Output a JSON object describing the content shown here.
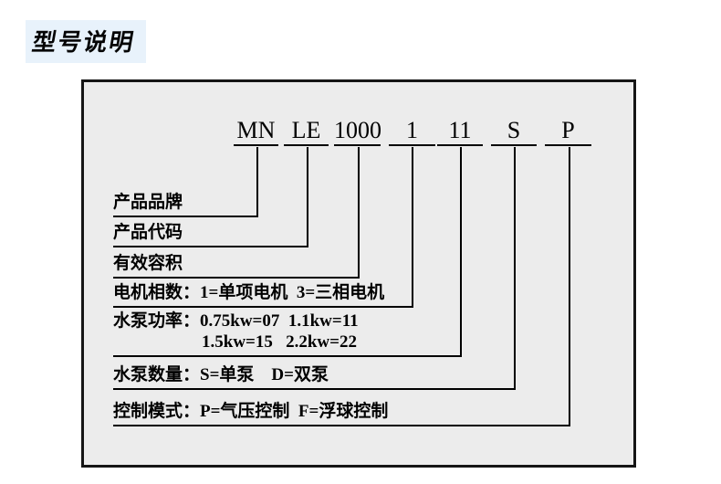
{
  "header": {
    "title": "型号说明"
  },
  "diagram": {
    "model_code": {
      "segments": [
        "MN",
        "LE",
        "1000",
        "1",
        "11",
        "S",
        "P"
      ]
    },
    "labels": [
      {
        "text": "产品品牌"
      },
      {
        "text": "产品代码"
      },
      {
        "text": "有效容积"
      },
      {
        "text": "电机相数：1=单项电机  3=三相电机"
      },
      {
        "text": "水泵功率：0.75kw=07  1.1kw=11",
        "text2": "1.5kw=15   2.2kw=22"
      },
      {
        "text": "水泵数量：S=单泵　D=双泵"
      },
      {
        "text": "控制模式：P=气压控制  F=浮球控制"
      }
    ]
  },
  "colors": {
    "page_bg": "#ffffff",
    "box_fill": "#ececec",
    "box_border": "#151515",
    "line": "#000000",
    "text": "#000000",
    "title_highlight": "#e8f2fb"
  }
}
